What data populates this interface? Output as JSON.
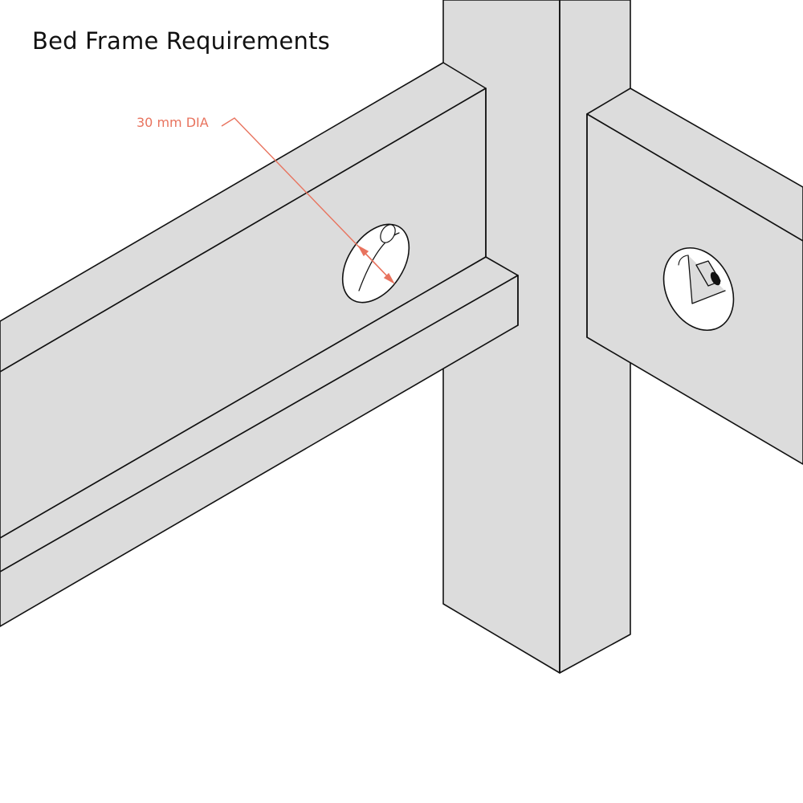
{
  "title": "Bed Frame Requirements",
  "annotation": {
    "label": "30 mm DIA"
  },
  "colors": {
    "wood_fill": "#dcdcdc",
    "outline": "#111111",
    "hole_fill": "#ffffff",
    "annotation": "#e8735e",
    "background": "#ffffff"
  },
  "parts": [
    {
      "name": "bed-post",
      "kind": "vertical post"
    },
    {
      "name": "side-rail",
      "kind": "rail with ledge"
    },
    {
      "name": "end-rail",
      "kind": "rail"
    },
    {
      "name": "bolt-hole-side",
      "kind": "hole"
    },
    {
      "name": "bolt-hole-end",
      "kind": "hole with fitting"
    }
  ]
}
